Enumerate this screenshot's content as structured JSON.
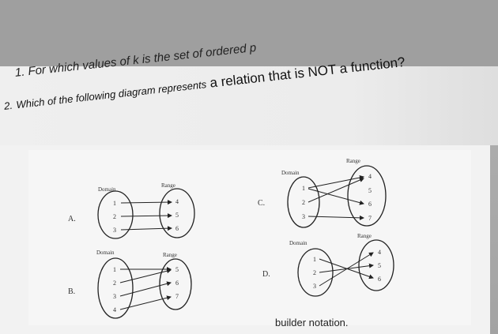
{
  "question1": {
    "number": "1.",
    "text": "For which values of k is the set of ordered p"
  },
  "question2": {
    "number": "2.",
    "part1": "Which of the following diagram represents",
    "part2": "a relation that is NOT a function?"
  },
  "diagrams": {
    "A": {
      "label": "A.",
      "domain_title": "Domain",
      "range_title": "Range",
      "domain": [
        "1",
        "2",
        "3"
      ],
      "range": [
        "4",
        "5",
        "6"
      ]
    },
    "B": {
      "label": "B.",
      "domain_title": "Domain",
      "range_title": "Range",
      "domain": [
        "1",
        "2",
        "3",
        "4"
      ],
      "range": [
        "5",
        "6",
        "7"
      ]
    },
    "C": {
      "label": "C.",
      "domain_title": "Domain",
      "range_title": "Range",
      "domain": [
        "1",
        "2",
        "3"
      ],
      "range": [
        "4",
        "5",
        "6",
        "7"
      ]
    },
    "D": {
      "label": "D.",
      "domain_title": "Domain",
      "range_title": "Range",
      "domain": [
        "1",
        "2",
        "3"
      ],
      "range": [
        "4",
        "5",
        "6"
      ]
    }
  },
  "footer": {
    "text": "builder notation."
  }
}
